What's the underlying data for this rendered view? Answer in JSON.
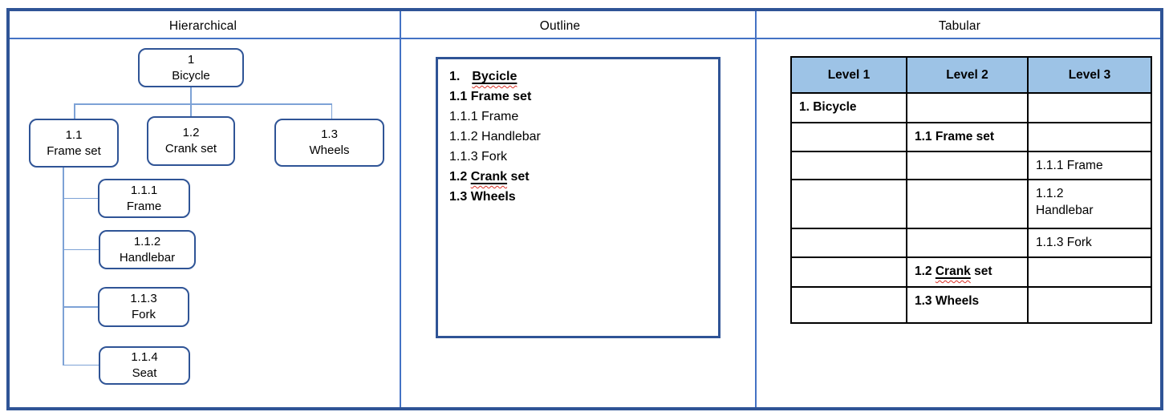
{
  "panels": {
    "hierarchical_title": "Hierarchical",
    "outline_title": "Outline",
    "tabular_title": "Tabular"
  },
  "tree": {
    "root": {
      "code": "1",
      "label": "Bicycle"
    },
    "children": [
      {
        "code": "1.1",
        "label": "Frame set"
      },
      {
        "code": "1.2",
        "label": "Crank set"
      },
      {
        "code": "1.3",
        "label": "Wheels"
      }
    ],
    "frame_set_children": [
      {
        "code": "1.1.1",
        "label": "Frame"
      },
      {
        "code": "1.1.2",
        "label": "Handlebar"
      },
      {
        "code": "1.1.3",
        "label": "Fork"
      },
      {
        "code": "1.1.4",
        "label": "Seat"
      }
    ]
  },
  "outline": {
    "items": [
      {
        "num": "1.",
        "word": "Bycicle",
        "bold": true,
        "misspelled": true
      },
      {
        "text": "1.1 Frame set",
        "bold": true
      },
      {
        "text": "1.1.1 Frame",
        "bold": false
      },
      {
        "text": "1.1.2 Handlebar",
        "bold": false
      },
      {
        "text": "1.1.3 Fork",
        "bold": false
      },
      {
        "pre": "1.2 ",
        "word": "Crank",
        "post": " set",
        "bold": true,
        "misspelled": true
      },
      {
        "text": "1.3 Wheels",
        "bold": true
      }
    ]
  },
  "table": {
    "headers": [
      "Level 1",
      "Level 2",
      "Level 3"
    ],
    "rows": [
      {
        "level1": "1. Bicycle"
      },
      {
        "level2": "1.1 Frame set"
      },
      {
        "level3": "1.1.1 Frame"
      },
      {
        "level3": "1.1.2 Handlebar"
      },
      {
        "level3": "1.1.3 Fork"
      },
      {
        "level2_pre": "1.2 ",
        "level2_word": "Crank",
        "level2_post": " set"
      },
      {
        "level2": "1.3 Wheels"
      }
    ]
  },
  "colors": {
    "frame_border": "#2F5496",
    "panel_divider": "#4472C4",
    "node_border": "#2F5496",
    "connector": "#7DA2D6",
    "table_header_fill": "#9DC3E6",
    "table_border": "#000000",
    "spellcheck_squiggle": "#D93025",
    "text": "#000000"
  }
}
